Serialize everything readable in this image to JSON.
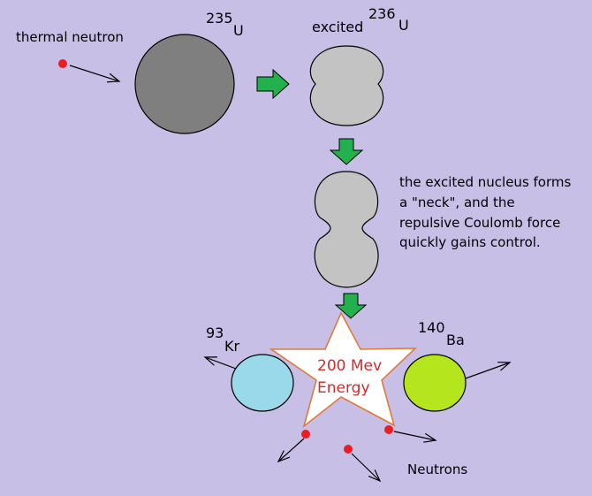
{
  "labels": {
    "thermal_neutron": "thermal neutron",
    "u235_mass": "235",
    "u235_symbol": "U",
    "excited": "excited",
    "u236_mass": "236",
    "u236_symbol": "U",
    "neck_line1": "the excited nucleus forms",
    "neck_line2": "a \"neck\", and the",
    "neck_line3": "repulsive Coulomb force",
    "neck_line4": "quickly gains control.",
    "kr_mass": "93",
    "kr_symbol": "Kr",
    "ba_mass": "140",
    "ba_symbol": "Ba",
    "energy_line1": "200 Mev",
    "energy_line2": "Energy",
    "neutrons": "Neutrons"
  },
  "colors": {
    "background": "#c8bfe7",
    "neutron": "#ed1c24",
    "u235_nucleus": "#7f7f7f",
    "u236_nucleus": "#c3c3c3",
    "krypton": "#99d9ea",
    "barium": "#b5e61d",
    "process_arrow": "#22b14c",
    "energy_text": "#d42a2a",
    "star_outline": "#e07a3a"
  }
}
